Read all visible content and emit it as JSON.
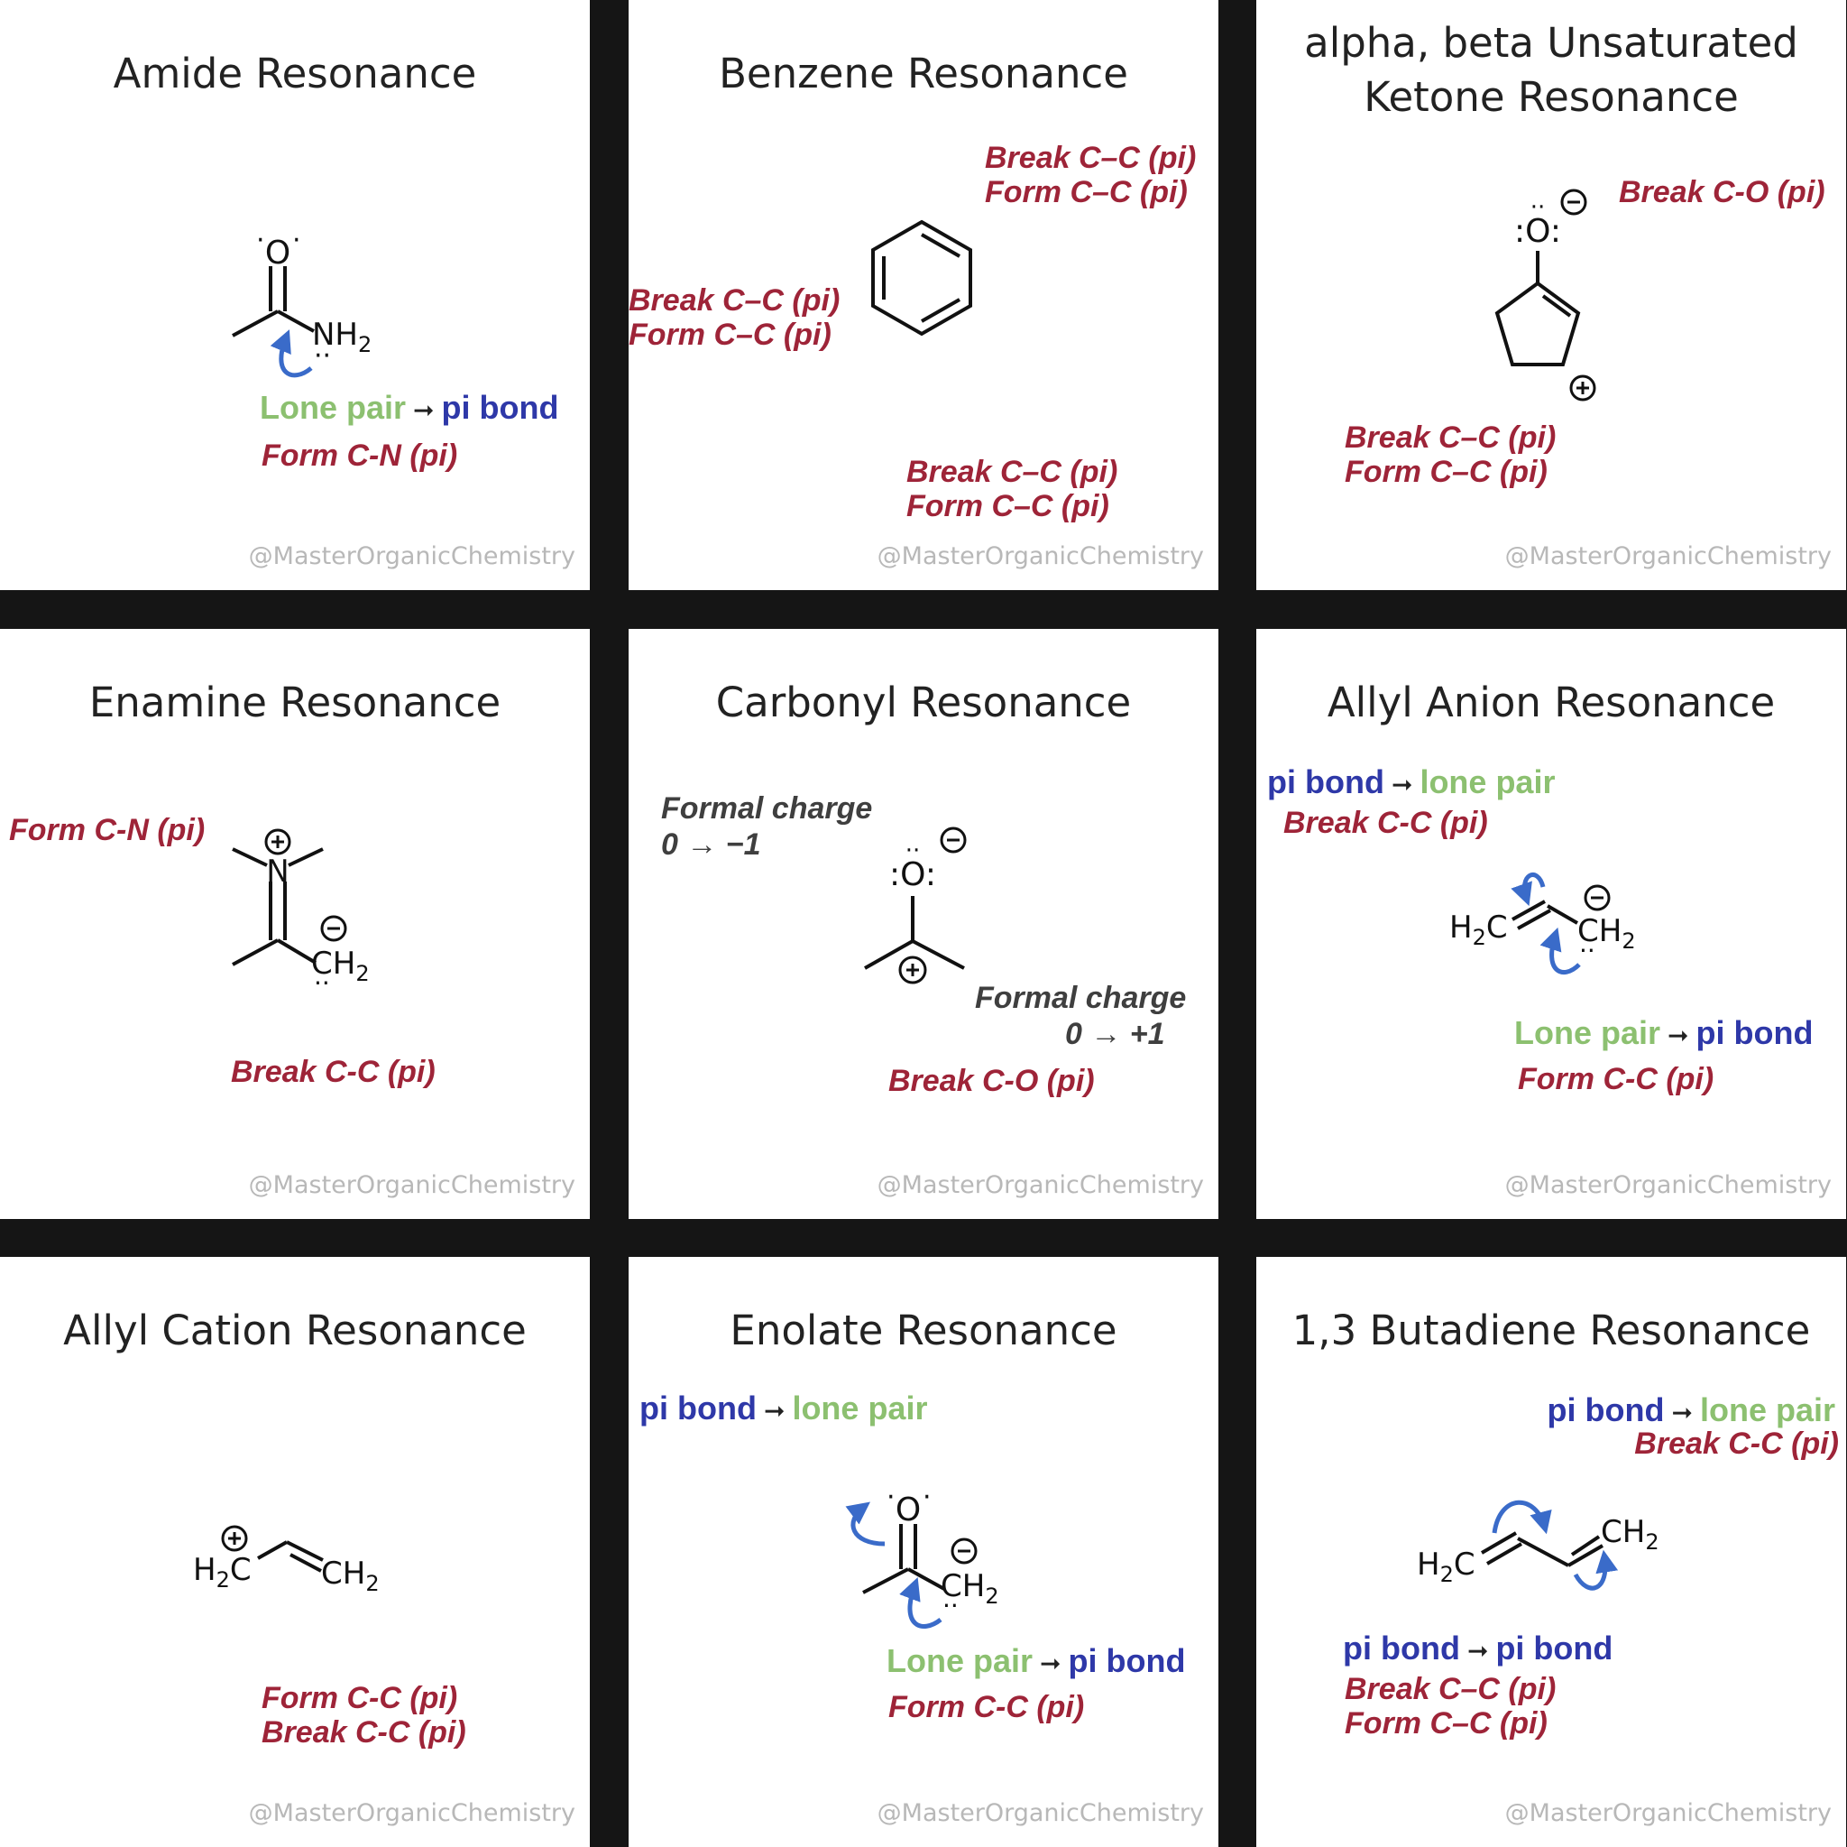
{
  "watermark": "@MasterOrganicChemistry",
  "colors": {
    "break_form_label": "#9e2438",
    "formal_charge_label": "#3f3f3f",
    "lone_pair": "#8cc070",
    "pi_bond": "#2e38a8",
    "curved_arrow": "#3a6bc9"
  },
  "icons": {
    "flow_arrow": "right-arrow-icon",
    "curved_arrow": "curved-electron-arrow-icon",
    "charge": "formal-charge-circle-icon"
  },
  "panels": {
    "amide": {
      "title": "Amide Resonance",
      "atoms": {
        "o": "O",
        "n": "NH",
        "n_sub": "2"
      },
      "flow": {
        "from": "Lone pair",
        "to": "pi bond"
      },
      "ann1": "Form C-N (pi)"
    },
    "benzene": {
      "title": "Benzene Resonance",
      "top_break": "Break C–C (pi)",
      "top_form": "Form C–C (pi)",
      "left_break": "Break C–C (pi)",
      "left_form": "Form C–C (pi)",
      "bottom_break": "Break C–C (pi)",
      "bottom_form": "Form C–C (pi)"
    },
    "ketone": {
      "title_line1": "alpha, beta Unsaturated",
      "title_line2": "Ketone Resonance",
      "atoms": {
        "o": ":O:"
      },
      "ann_top": "Break C-O (pi)",
      "ann_break": "Break C–C (pi)",
      "ann_form": "Form C–C (pi)"
    },
    "enamine": {
      "title": "Enamine Resonance",
      "atoms": {
        "n": "N",
        "c": "CH",
        "c_sub": "2"
      },
      "ann_form": "Form C-N (pi)",
      "ann_break": "Break C-C (pi)"
    },
    "carbonyl": {
      "title": "Carbonyl Resonance",
      "atoms": {
        "o": ":O:"
      },
      "fc1_label": "Formal charge",
      "fc1_value": "0 → −1",
      "fc2_label": "Formal charge",
      "fc2_value": "0 → +1",
      "ann_break": "Break C-O (pi)"
    },
    "allyl_anion": {
      "title": "Allyl Anion Resonance",
      "atoms": {
        "left": "H",
        "left_sub": "2",
        "left_c": "C",
        "right": "CH",
        "right_sub": "2"
      },
      "flow1": {
        "from": "pi bond",
        "to": "lone pair"
      },
      "ann_break": "Break C-C (pi)",
      "flow2": {
        "from": "Lone pair",
        "to": "pi bond"
      },
      "ann_form": "Form C-C (pi)"
    },
    "allyl_cation": {
      "title": "Allyl Cation Resonance",
      "atoms": {
        "left": "H",
        "left_sub": "2",
        "left_c": "C",
        "right": "CH",
        "right_sub": "2"
      },
      "ann_form": "Form C-C (pi)",
      "ann_break": "Break C-C (pi)"
    },
    "enolate": {
      "title": "Enolate Resonance",
      "atoms": {
        "o": "O",
        "c": "CH",
        "c_sub": "2"
      },
      "flow1": {
        "from": "pi bond",
        "to": "lone pair"
      },
      "flow2": {
        "from": "Lone pair",
        "to": "pi bond"
      },
      "ann_form": "Form C-C (pi)"
    },
    "butadiene": {
      "title": "1,3 Butadiene Resonance",
      "atoms": {
        "left": "H",
        "left_sub": "2",
        "left_c": "C",
        "right": "CH",
        "right_sub": "2"
      },
      "flow1": {
        "from": "pi bond",
        "to": "lone pair"
      },
      "ann_top_break": "Break C-C (pi)",
      "flow2": {
        "from": "pi bond",
        "to": "pi bond"
      },
      "ann_break": "Break C–C (pi)",
      "ann_form": "Form C–C (pi)"
    }
  }
}
